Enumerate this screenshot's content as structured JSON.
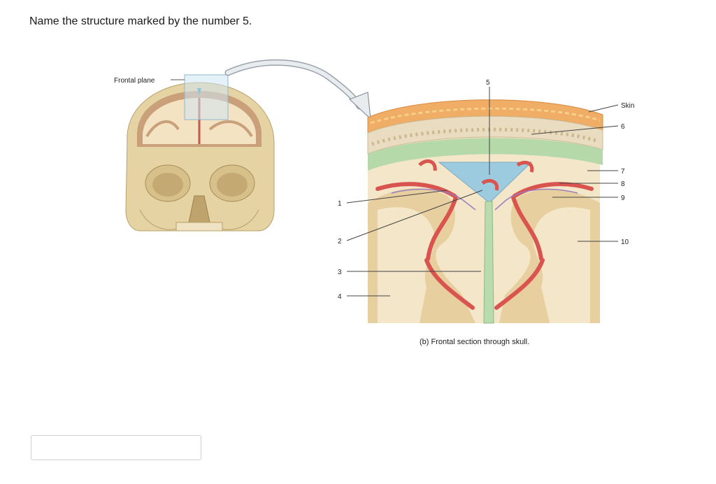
{
  "question": {
    "text": "Name the structure marked by the number 5."
  },
  "figure": {
    "frontal_plane_label": "Frontal plane",
    "caption": "(b) Frontal section through skull.",
    "labels": {
      "skin": "Skin",
      "n1": "1",
      "n2": "2",
      "n3": "3",
      "n4": "4",
      "n5": "5",
      "n6": "6",
      "n7": "7",
      "n8": "8",
      "n9": "9",
      "n10": "10"
    },
    "colors": {
      "bone": "#e8d6a8",
      "scalp": "#f0b070",
      "brain": "#f3e3c2",
      "sinus": "#9ccbe0",
      "vessel": "#d9534f",
      "dura": "#a9d4a0"
    }
  },
  "answer": {
    "value": "",
    "placeholder": ""
  }
}
